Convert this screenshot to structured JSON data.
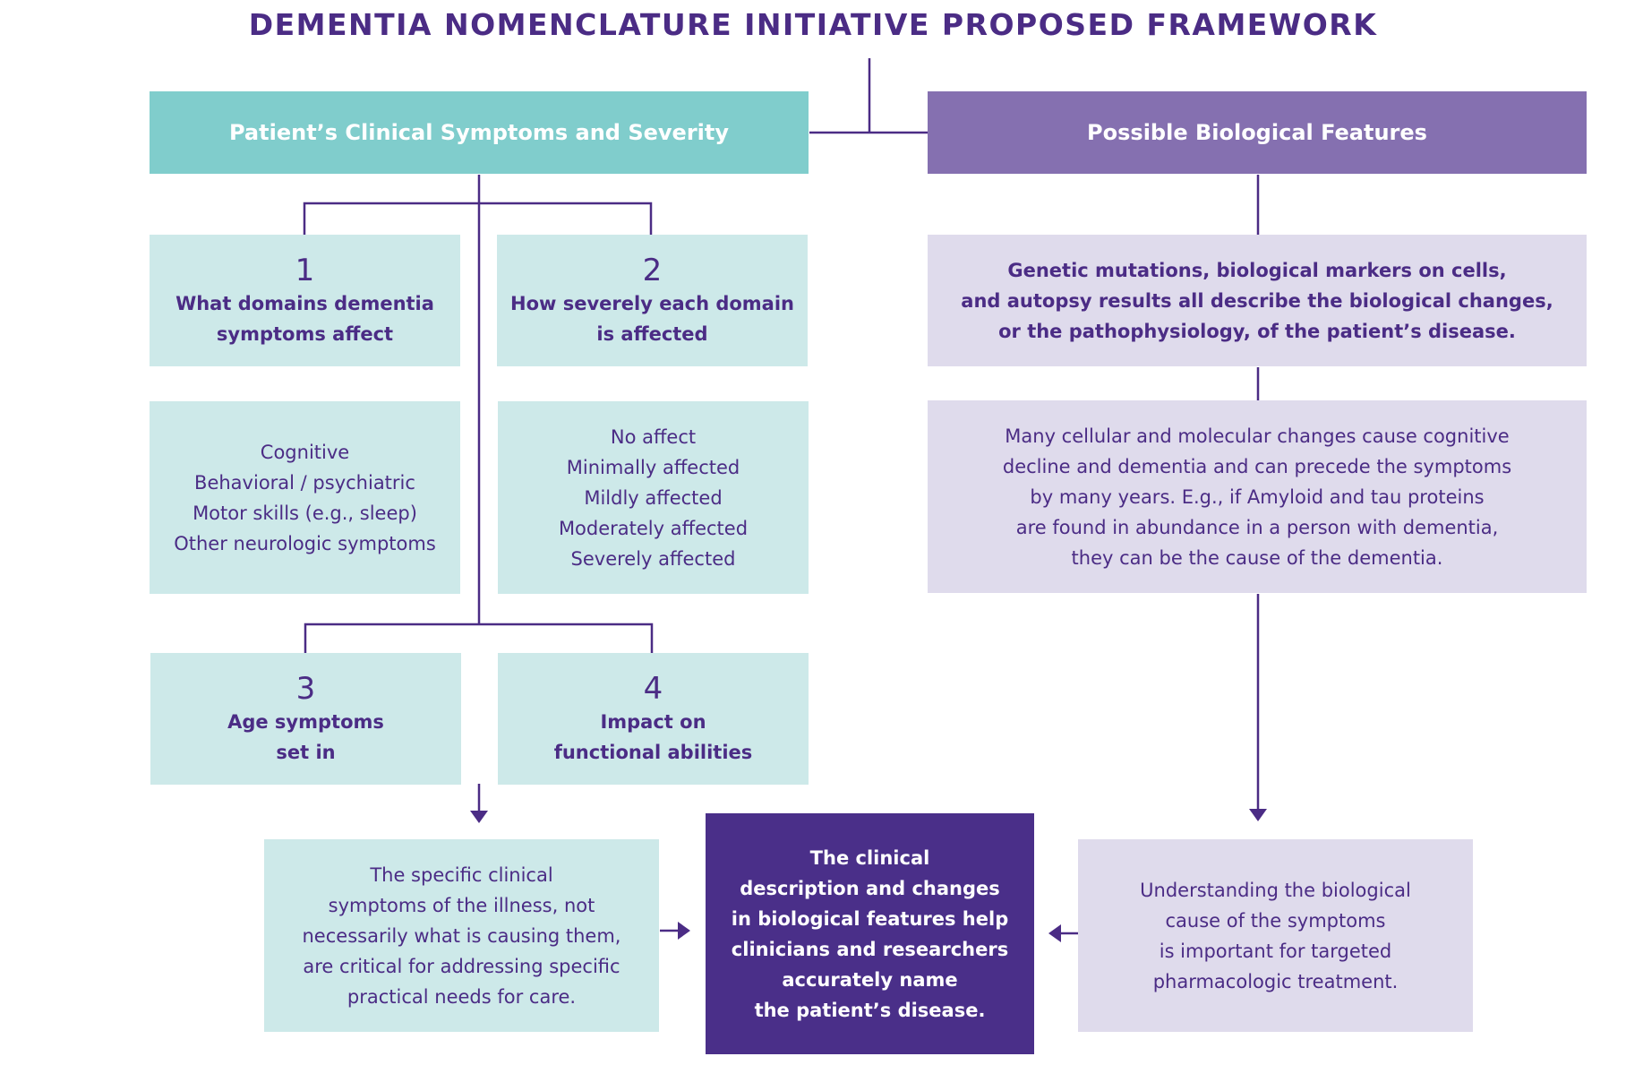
{
  "title": "DEMENTIA NOMENCLATURE INITIATIVE PROPOSED FRAMEWORK",
  "clinical_header": "Patient’s Clinical Symptoms and Severity",
  "biological_header": "Possible Biological Features",
  "box1": {
    "number": "1",
    "lines": [
      "What domains dementia",
      "symptoms affect"
    ]
  },
  "box2": {
    "number": "2",
    "lines": [
      "How severely each domain",
      "is affected"
    ]
  },
  "box3": {
    "number": "3",
    "lines": [
      "Age symptoms",
      "set in"
    ]
  },
  "box4": {
    "number": "4",
    "lines": [
      "Impact on",
      "functional abilities"
    ]
  },
  "domains_list": [
    "Cognitive",
    "Behavioral / psychiatric",
    "Motor skills (e.g., sleep)",
    "Other neurologic symptoms"
  ],
  "severity_list": [
    "No affect",
    "Minimally affected",
    "Mildly affected",
    "Moderately affected",
    "Severely affected"
  ],
  "bio_features": [
    "Genetic mutations, biological markers on cells,",
    "and autopsy results all describe the biological changes,",
    "or the pathophysiology, of the patient’s disease."
  ],
  "bio_changes": [
    "Many cellular and molecular changes cause cognitive",
    "decline and dementia and can precede the symptoms",
    "by many years. E.g., if Amyloid and tau proteins",
    "are found in abundance in a person with dementia,",
    "they can be the cause of the dementia."
  ],
  "clinical_outcome": [
    "The specific clinical",
    "symptoms of the illness, not",
    "necessarily what is causing them,",
    "are critical for addressing specific",
    "practical needs for care."
  ],
  "center_outcome": [
    "The clinical",
    "description and changes",
    "in biological features help",
    "clinicians and researchers",
    "accurately name",
    "the patient’s disease."
  ],
  "bio_outcome": [
    "Understanding the biological",
    "cause of the symptoms",
    "is important for targeted",
    "pharmacologic treatment."
  ],
  "colors": {
    "dark_purple": "#4a2f89",
    "teal": "#80cdcc",
    "teal_light": "#cde9e9",
    "purple": "#8570b0",
    "lavender": "#dfdbec"
  }
}
